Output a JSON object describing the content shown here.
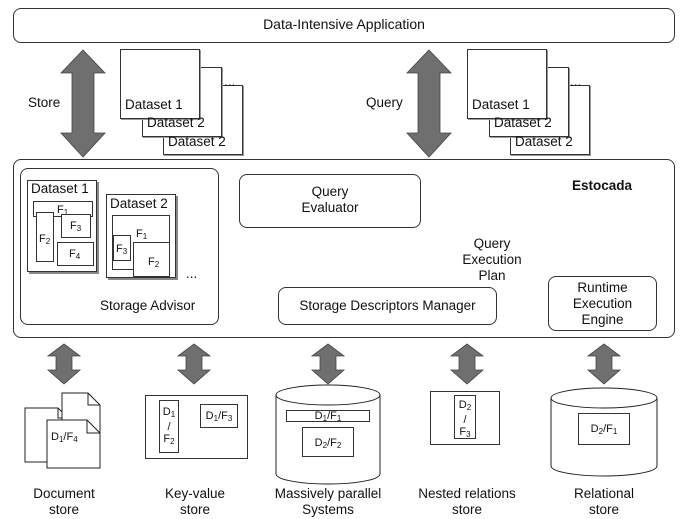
{
  "app_title": "Data-Intensive Application",
  "store_label": "Store",
  "query_label": "Query",
  "dataset_stack_left": [
    "Dataset 1",
    "Dataset 2",
    "Dataset 2"
  ],
  "dataset_stack_right": [
    "Dataset 1",
    "Dataset 2",
    "Dataset 2"
  ],
  "ellipsis": "...",
  "system_name": "Estocada",
  "storage_advisor": {
    "label": "Storage Advisor",
    "dataset1": {
      "title": "Dataset 1",
      "fragments": [
        "F1",
        "F2",
        "F3",
        "F4"
      ]
    },
    "dataset2": {
      "title": "Dataset 2",
      "fragments": [
        "F1",
        "F3",
        "F2"
      ]
    },
    "ellipsis": "..."
  },
  "query_evaluator": "Query\nEvaluator",
  "query_plan_label": "Query\nExecution\nPlan",
  "storage_descriptors_manager": "Storage Descriptors Manager",
  "runtime_engine": "Runtime\nExecution\nEngine",
  "stores": {
    "document": {
      "label": "Document\nstore",
      "content": "D1/F4"
    },
    "keyvalue": {
      "label": "Key-value\nstore",
      "content1": "D1\n/\nF2",
      "content2": "D1/F3"
    },
    "parallel": {
      "label": "Massively parallel\nSystems",
      "content1": "D1/F1",
      "content2": "D2/F2"
    },
    "nested": {
      "label": "Nested relations\nstore",
      "content": "D2\n/\nF3"
    },
    "relational": {
      "label": "Relational\nstore",
      "content": "D2/F1"
    }
  }
}
